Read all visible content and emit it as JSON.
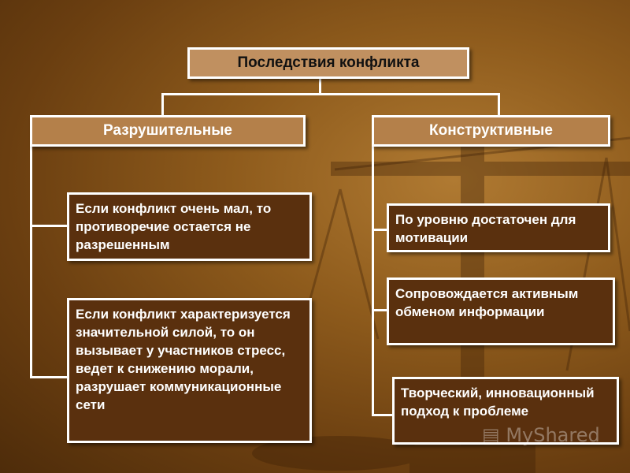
{
  "root": {
    "label": "Последствия конфликта"
  },
  "left": {
    "title": "Разрушительные",
    "items": [
      "Если конфликт очень мал, то противоречие остается не разрешенным",
      "Если конфликт характеризуется значительной силой, то он вызывает у участников стресс, ведет к снижению морали, разрушает коммуникационные сети"
    ]
  },
  "right": {
    "title": "Конструктивные",
    "items": [
      "По уровню достаточен для мотивации",
      "Сопровождается активным обменом информации",
      "Творческий, инновационный подход к проблеме"
    ]
  },
  "watermark": "MyShared",
  "colors": {
    "line": "#ffffff",
    "leaf_bg": "#5a300e",
    "header_bg": "#b4804a"
  }
}
